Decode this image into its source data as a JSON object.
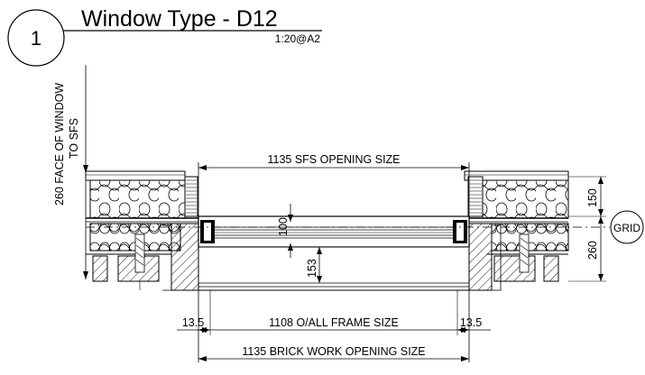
{
  "title": {
    "number": "1",
    "text": "Window Type - D12",
    "scale": "1:20@A2"
  },
  "dimensions": {
    "sfs_opening": "1135 SFS OPENING SIZE",
    "frame_size": "1108 O/ALL FRAME SIZE",
    "brick_opening": "1135 BRICK WORK OPENING SIZE",
    "left_offset": "13.5",
    "right_offset": "13.5",
    "face_of_window_line1": "260 FACE OF WINDOW",
    "face_of_window_line2": "TO SFS",
    "depth_150": "150",
    "depth_260": "260",
    "depth_100": "100",
    "depth_153": "153"
  },
  "grid": {
    "label": "GRID"
  }
}
